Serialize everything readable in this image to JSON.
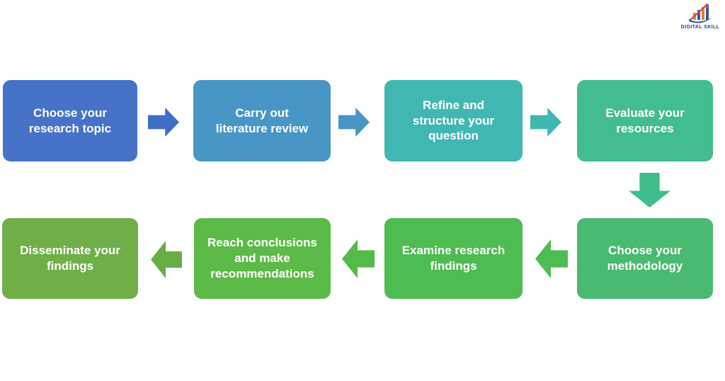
{
  "page": {
    "background": "#ffffff",
    "description": "Eight-step research process flowchart"
  },
  "logo": {
    "text": "DIGITAL SKILL",
    "text_color": "#1e3f8f",
    "bar_color_a": "#e87d2b",
    "bar_color_b": "#2b5ea7",
    "arrow_color": "#d94f43",
    "swoosh_color": "#2b5ea7"
  },
  "flow": {
    "text_color": "#ffffff",
    "steps": [
      {
        "label": "Choose your research topic",
        "color": "#4673c7",
        "arrow": "right",
        "arrow_color": "#3e6fc8"
      },
      {
        "label": "Carry out literature review",
        "color": "#4796c5",
        "arrow": "right",
        "arrow_color": "#4796c5"
      },
      {
        "label": "Refine and structure your question",
        "color": "#41b7b3",
        "arrow": "right",
        "arrow_color": "#41b7b3"
      },
      {
        "label": "Evaluate your resources",
        "color": "#42bd90",
        "arrow": "down",
        "arrow_color": "#3fbd8a"
      },
      {
        "label": "Choose your methodology",
        "color": "#49ba70",
        "arrow": "left",
        "arrow_color": "#4ebc52"
      },
      {
        "label": "Examine research findings",
        "color": "#4ebc50",
        "arrow": "left",
        "arrow_color": "#55bb48"
      },
      {
        "label": "Reach conclusions and make recommendations",
        "color": "#5cbb48",
        "arrow": "left",
        "arrow_color": "#68ae47"
      },
      {
        "label": "Disseminate your findings",
        "color": "#70af48",
        "arrow": null,
        "arrow_color": null
      }
    ]
  }
}
